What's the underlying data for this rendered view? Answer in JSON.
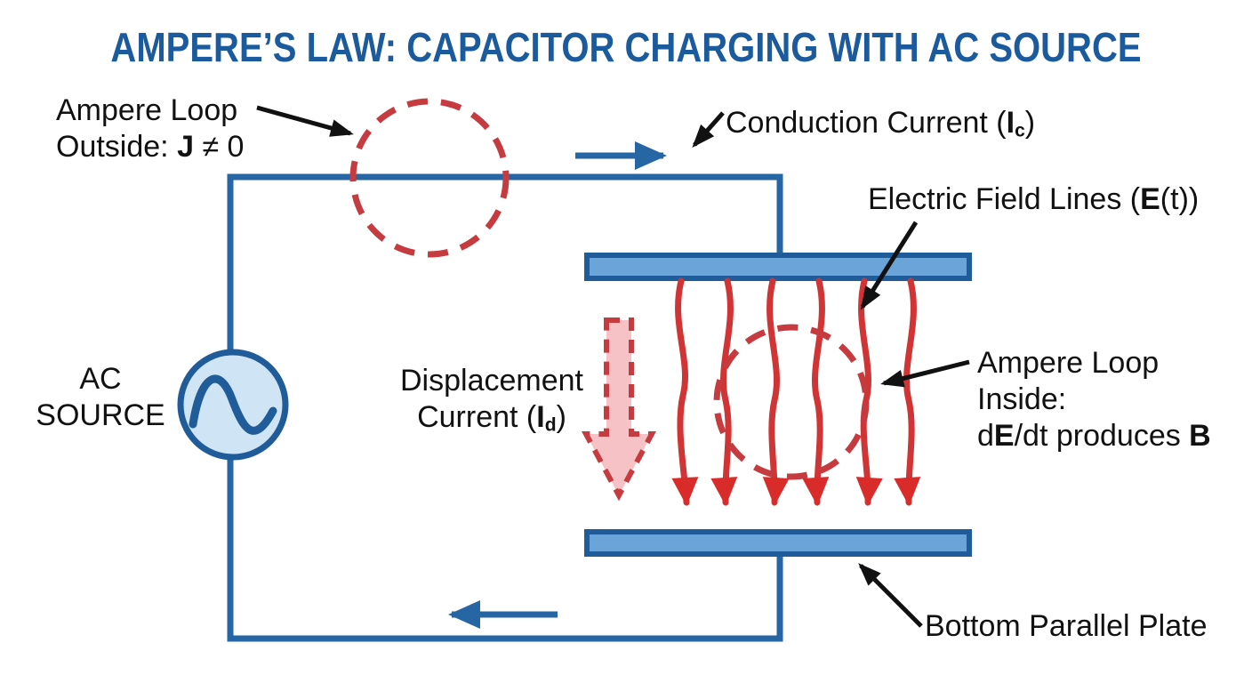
{
  "title": "AMPERE’S LAW: CAPACITOR CHARGING WITH AC SOURCE",
  "labels": {
    "ampere_loop_outside": {
      "line1": "Ampere Loop",
      "line2_prefix": "Outside: ",
      "line2_bold": "J",
      "line2_suffix": " ≠ 0"
    },
    "conduction_current": {
      "prefix": "Conduction Current (",
      "bold": "I",
      "sub": "c",
      "suffix": ")"
    },
    "electric_field": {
      "prefix": "Electric Field Lines (",
      "bold": "E",
      "suffix": "(t))"
    },
    "ac_source": {
      "line1": "AC",
      "line2": "SOURCE"
    },
    "displacement_current": {
      "line1": "Displacement",
      "line2_prefix": "Current (",
      "line2_bold": "I",
      "line2_sub": "d",
      "line2_suffix": ")"
    },
    "ampere_loop_inside": {
      "line1": "Ampere Loop",
      "line2": "Inside:",
      "line3_prefix": "d",
      "line3_bold_e": "E",
      "line3_mid": "/dt produces ",
      "line3_bold_b": "B"
    },
    "bottom_plate": "Bottom Parallel Plate"
  },
  "colors": {
    "title_text": "#1b5a9c",
    "wire": "#2766a4",
    "plate_fill": "#6ba4d8",
    "plate_stroke": "#1f5c99",
    "source_fill": "#cfe5f6",
    "loop_red": "#c53b3f",
    "field_red": "#d03434",
    "arrow_red": "#da2b2b",
    "displacement_fill": "#f6c2c6",
    "label_text": "#111111",
    "background": "#ffffff"
  }
}
